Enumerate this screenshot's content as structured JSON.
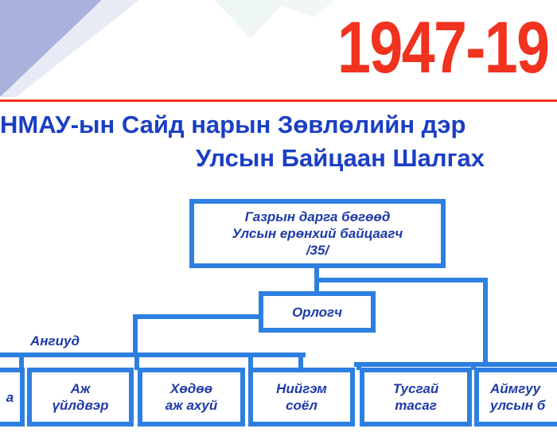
{
  "year_banner": "1947-19",
  "title_line1": "НМАУ-ын Сайд нарын Зөвлөлийн дэр",
  "title_line2": "Улсын Байцаан Шалгах",
  "head_box": {
    "line1": "Газрын дарга бөгөөд",
    "line2": "Улсын ерөнхий байцаагч",
    "line3": "/35/"
  },
  "deputy_box": "Орлогч",
  "section_label": "Ангиуд",
  "units": [
    {
      "line1": "а",
      "line2": ""
    },
    {
      "line1": "Аж",
      "line2": "үйлдвэр"
    },
    {
      "line1": "Хөдөө",
      "line2": "аж ахуй"
    },
    {
      "line1": "Нийгэм",
      "line2": "соёл"
    },
    {
      "line1": "Тусгай",
      "line2": "тасаг"
    },
    {
      "line1": "Аймгуу",
      "line2": "улсын б"
    }
  ],
  "colors": {
    "accent_red": "#f0321e",
    "title_blue": "#1a3fc4",
    "box_border": "#2d7fe0",
    "box_text": "#1e3aa8"
  }
}
